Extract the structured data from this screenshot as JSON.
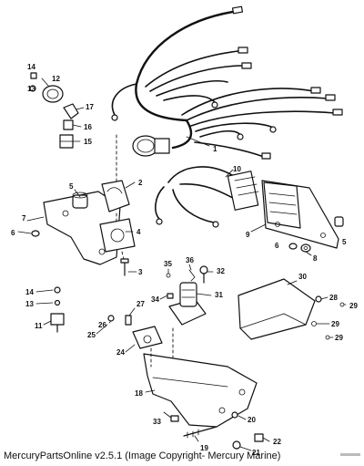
{
  "caption": "MercuryPartsOnline v2.5.1 (Image Copyright- Mercury Marine)",
  "callouts": {
    "c1": "1",
    "c2": "2",
    "c3": "3",
    "c4": "4",
    "c5a": "5",
    "c5b": "5",
    "c6a": "6",
    "c6b": "6",
    "c7": "7",
    "c8": "8",
    "c9": "9",
    "c10": "10",
    "c11": "11",
    "c12": "12",
    "c13a": "13",
    "c13b": "13",
    "c14a": "14",
    "c14b": "14",
    "c15": "15",
    "c16": "16",
    "c17": "17",
    "c18": "18",
    "c19": "19",
    "c20": "20",
    "c21": "21",
    "c22": "22",
    "c24": "24",
    "c25": "25",
    "c26": "26",
    "c27": "27",
    "c28": "28",
    "c29a": "29",
    "c29b": "29",
    "c29c": "29",
    "c30": "30",
    "c31": "31",
    "c32": "32",
    "c33": "33",
    "c34": "34",
    "c35": "35",
    "c36": "36"
  }
}
